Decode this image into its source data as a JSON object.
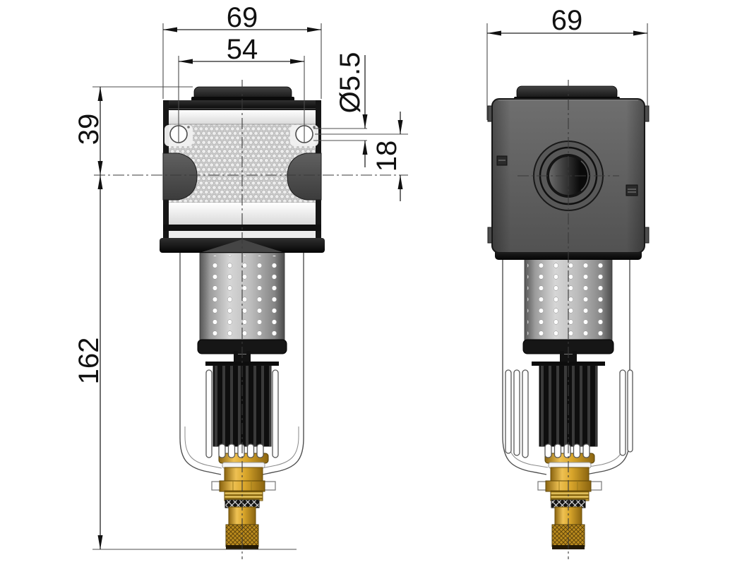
{
  "dimensions": {
    "front_overall_width": "69",
    "front_hole_spacing": "54",
    "front_top_to_port_axis": "39",
    "front_port_axis_to_bottom": "162",
    "front_hole_diameter": "Ø5.5",
    "front_hole_axis_offset": "18",
    "side_overall_width": "69"
  },
  "colors": {
    "line": "#1a1a1a",
    "body_gray_light": "#6f6f6f",
    "body_gray": "#525252",
    "black_part": "#141414",
    "filter_gray_light": "#d6d6d6",
    "filter_gray_dark": "#6e6e6e",
    "brass_dark": "#8a6410",
    "brass_light": "#eec153",
    "brass_mid": "#d9a62b",
    "background": "#ffffff"
  }
}
